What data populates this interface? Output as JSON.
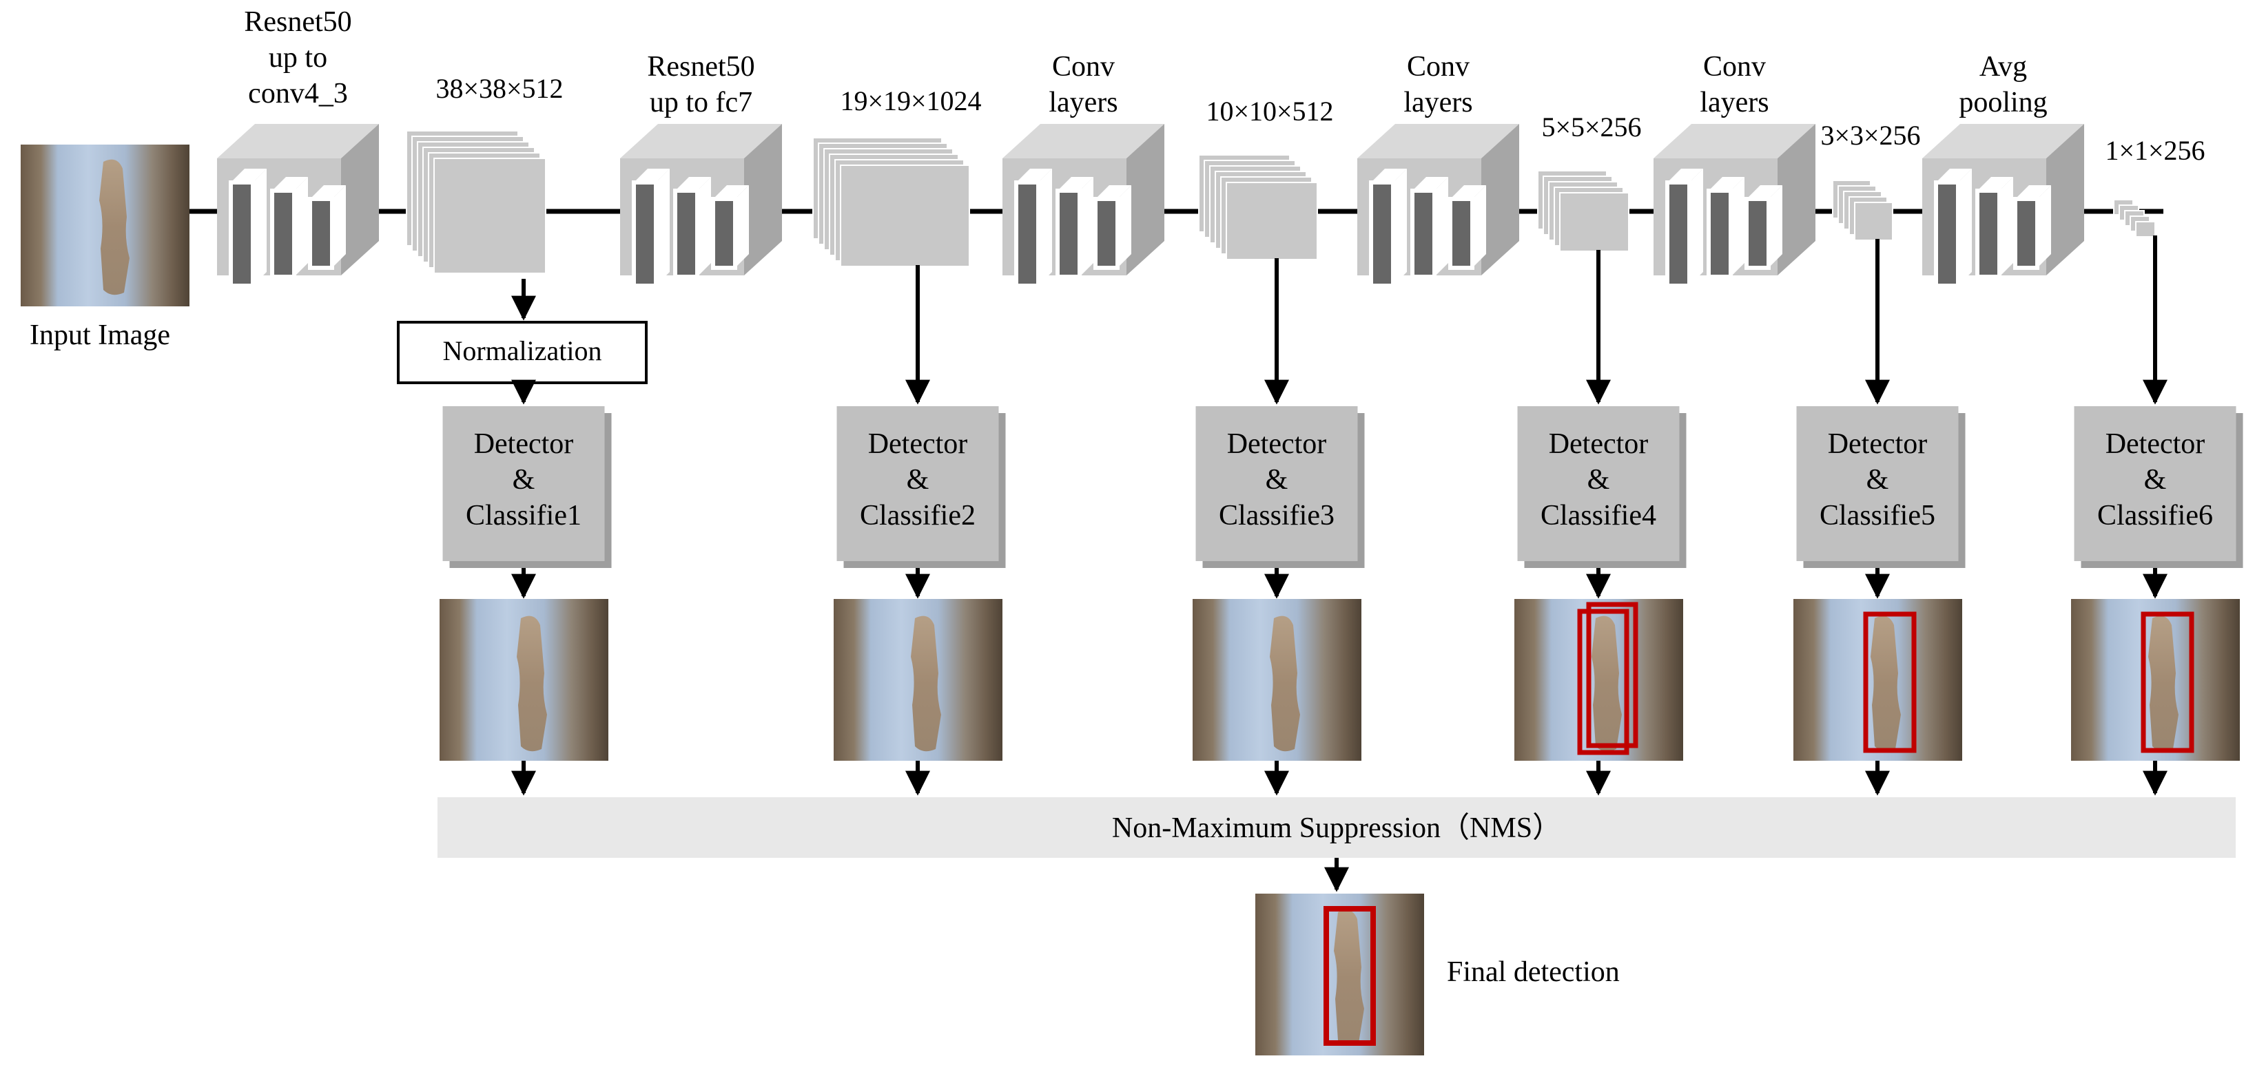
{
  "input": {
    "label": "Input Image"
  },
  "blocks": [
    {
      "lines": [
        "Resnet50",
        "up to",
        "conv4_3"
      ]
    },
    {
      "lines": [
        "Resnet50",
        "up to fc7"
      ]
    },
    {
      "lines": [
        "Conv",
        "layers"
      ]
    },
    {
      "lines": [
        "Conv",
        "layers"
      ]
    },
    {
      "lines": [
        "Conv",
        "layers"
      ]
    },
    {
      "lines": [
        "Avg",
        "pooling"
      ]
    }
  ],
  "feature_maps": [
    {
      "label": "38×38×512"
    },
    {
      "label": "19×19×1024"
    },
    {
      "label": "10×10×512"
    },
    {
      "label": "5×5×256"
    },
    {
      "label": "3×3×256"
    },
    {
      "label": "1×1×256"
    }
  ],
  "normalization": {
    "label": "Normalization"
  },
  "detectors": [
    {
      "lines": [
        "Detector",
        "&",
        "Classifie1"
      ],
      "boxes": 0
    },
    {
      "lines": [
        "Detector",
        "&",
        "Classifie2"
      ],
      "boxes": 0
    },
    {
      "lines": [
        "Detector",
        "&",
        "Classifie3"
      ],
      "boxes": 0
    },
    {
      "lines": [
        "Detector",
        "&",
        "Classifie4"
      ],
      "boxes": 2
    },
    {
      "lines": [
        "Detector",
        "&",
        "Classifie5"
      ],
      "boxes": 1
    },
    {
      "lines": [
        "Detector",
        "&",
        "Classifie6"
      ],
      "boxes": 1
    }
  ],
  "nms": {
    "label": "Non-Maximum Suppression（NMS）"
  },
  "final": {
    "label": "Final detection"
  },
  "colors": {
    "block_front": "#c8c8c8",
    "block_top": "#d9d9d9",
    "block_side": "#a6a6a6",
    "filter": "#666666",
    "detector": "#c0c0c0",
    "nms_bar": "#e8e8e8",
    "detection_box": "#c00000",
    "line": "#000000"
  },
  "icons": {
    "thumbnail": "corridor-image-icon"
  }
}
